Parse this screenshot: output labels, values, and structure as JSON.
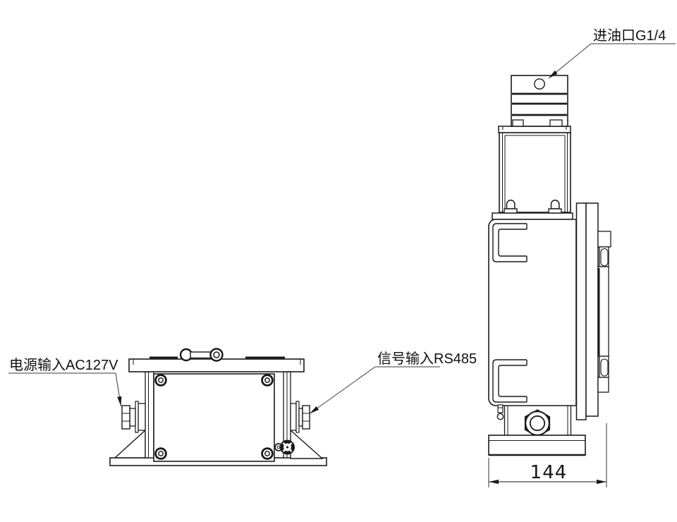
{
  "colors": {
    "background": "#ffffff",
    "line": "#1a1a1a",
    "leader": "#3a3a3a"
  },
  "annotations": {
    "oil_inlet_label": "进油口G1/4",
    "power_input_label": "电源输入AC127V",
    "signal_input_label": "信号输入RS485"
  },
  "dimensions": {
    "overall_width": "144"
  }
}
